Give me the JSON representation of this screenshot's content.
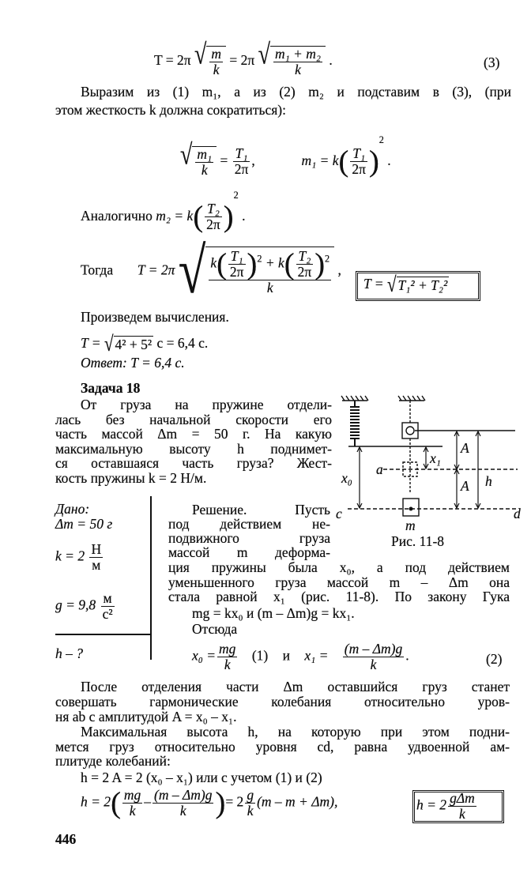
{
  "eq3": {
    "lhs": "T = 2π",
    "n1": "m",
    "d1": "k",
    "mid": "= 2π",
    "n2": "m₁ + m₂",
    "d2": "k",
    "end": ".",
    "tag": "(3)"
  },
  "para1": [
    "Выразим из (1) m₁, а из (2) m₂ и подставим в (3), (при",
    "этом жесткость k должна сократиться):"
  ],
  "eq_m1": {
    "n1": "m₁",
    "d1": "k",
    "eq": "=",
    "n2": "T₁",
    "d2": "2π",
    "comma": ",",
    "lhs2": "m₁ = k",
    "n3": "T₁",
    "d3": "2π",
    "sq": "2",
    "end": "."
  },
  "eq_m2": {
    "label": "Аналогично",
    "lhs": "m₂ = k",
    "n": "T₂",
    "d": "2π",
    "sq": "2",
    "end": "."
  },
  "eq_T": {
    "label": "Тогда",
    "lhs": "T = 2π",
    "k1": "k",
    "n1": "T₁",
    "d1": "2π",
    "sq": "2",
    "plus": "+ k",
    "n2": "T₂",
    "d2": "2π",
    "den": "k",
    "comma": ",",
    "boxed": "T =",
    "boxed_rad": "T₁² + T₂²"
  },
  "calc_heading": "Произведем вычисления.",
  "calc": {
    "lhs": "T =",
    "rad": "4² + 5²",
    "rest": "с = 6,4 с."
  },
  "answer": {
    "label": "Ответ:",
    "value": "T = 6,4 с."
  },
  "task_title": "Задача 18",
  "task_lines": [
    "От груза на пружине отдели-",
    "лась без начальной скорости его",
    "часть массой Δm = 50 г. На какую",
    "максимальную высоту h поднимет-",
    "ся оставшаяся часть груза? Жест-",
    "кость пружины k = 2 Н/м."
  ],
  "given": {
    "title": "Дано:",
    "dm": "Δm = 50 г",
    "k_lhs": "k = 2",
    "k_num": "Н",
    "k_den": "м",
    "g_lhs": "g = 9,8",
    "g_num": "м",
    "g_den": "с²",
    "find": "h – ?"
  },
  "solution_lines": [
    "Решение. Пусть",
    "под действием не-",
    "подвижного груза",
    "массой m деформа-",
    "ция пружины была x₀, а под действием",
    "уменьшенного груза массой m – Δm она",
    "стала равной x₁ (рис. 11-8). По закону Гука",
    "mg = kx₀ и (m – Δm)g = kx₁.",
    "Отсюда"
  ],
  "eq12": {
    "x0": "x₀ =",
    "n1": "mg",
    "d1": "k",
    "tag1": "(1)",
    "and": "и",
    "x1": "x₁ =",
    "n2": "(m – Δm)g",
    "d2": "k",
    "end": ".",
    "tag2": "(2)"
  },
  "para2": [
    "После отделения части Δm оставшийся груз станет",
    "совершать гармонические колебания относительно уров-",
    "ня ab с амплитудой A = x₀ – x₁.",
    "Максимальная высота h, на которую при этом подни-",
    "мется груз относительно уровня cd, равна удвоенной ам-",
    "плитуде колебаний:",
    "h = 2 A = 2 (x₀ – x₁) или с учетом (1) и (2)"
  ],
  "eq_final": {
    "lhs": "h = 2",
    "n1": "mg",
    "d1": "k",
    "minus": "–",
    "n2": "(m – Δm)g",
    "d2": "k",
    "eq": "= 2",
    "n3": "g",
    "d3": "k",
    "rest": "(m – m + Δm),",
    "boxed": "h = 2",
    "bn": "gΔm",
    "bd": "k"
  },
  "figure": {
    "caption": "Рис. 11-8",
    "labels": {
      "x0": "x₀",
      "x1": "x₁",
      "a": "a",
      "A1": "A",
      "A2": "A",
      "h": "h",
      "c": "c",
      "d": "d",
      "m": "m"
    }
  },
  "page_number": "446"
}
